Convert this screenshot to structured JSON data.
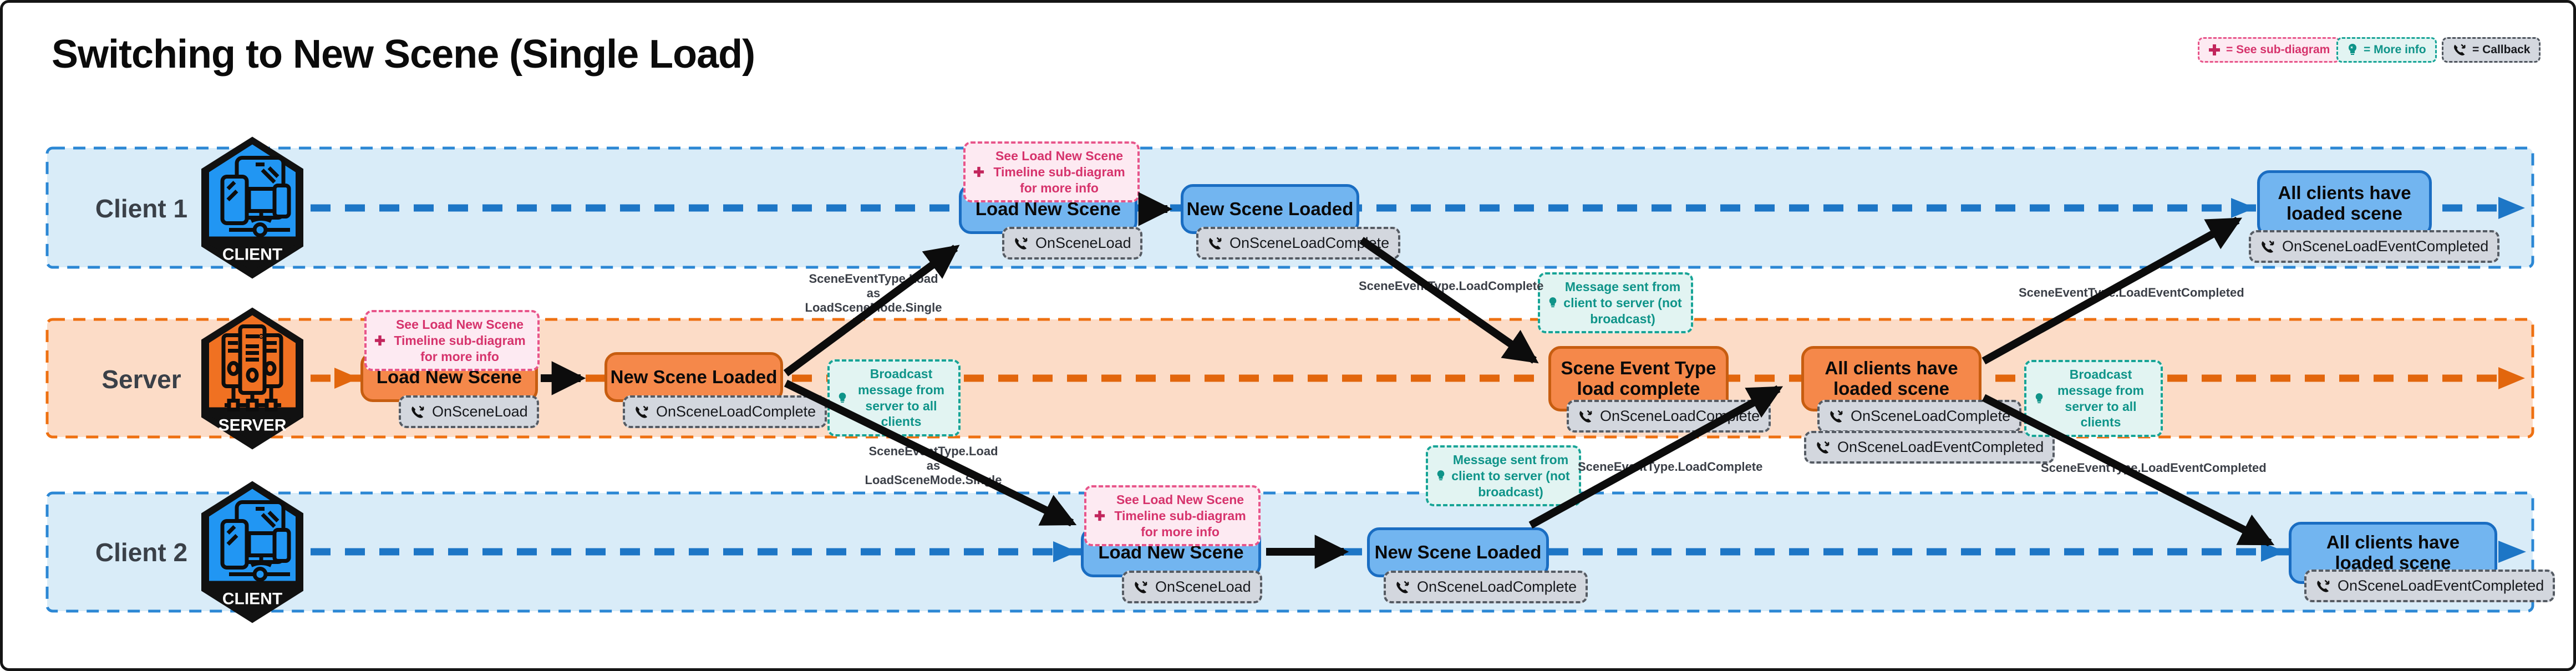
{
  "title": "Switching to New Scene (Single Load)",
  "legend": {
    "sub_diagram": "= See sub-diagram",
    "more_info": "= More info",
    "callback": "= Callback"
  },
  "lanes": {
    "client1": {
      "label": "Client 1",
      "badge": "CLIENT"
    },
    "server": {
      "label": "Server",
      "badge": "SERVER"
    },
    "client2": {
      "label": "Client 2",
      "badge": "CLIENT"
    }
  },
  "nodes": {
    "c1_load": {
      "label": "Load New Scene",
      "callback": "OnSceneLoad"
    },
    "c1_loaded": {
      "label": "New Scene Loaded",
      "callback": "OnSceneLoadComplete"
    },
    "c1_all": {
      "label": "All clients have loaded scene",
      "callback": "OnSceneLoadEventCompleted"
    },
    "s_load": {
      "label": "Load New Scene",
      "callback": "OnSceneLoad"
    },
    "s_loaded": {
      "label": "New Scene Loaded",
      "callback": "OnSceneLoadComplete"
    },
    "s_complete": {
      "label": "Scene Event Type load complete",
      "callback": "OnSceneLoadComplete"
    },
    "s_all": {
      "label": "All clients have loaded scene",
      "callback": "OnSceneLoadComplete",
      "callback2": "OnSceneLoadEventCompleted"
    },
    "c2_load": {
      "label": "Load New Scene",
      "callback": "OnSceneLoad"
    },
    "c2_loaded": {
      "label": "New Scene Loaded",
      "callback": "OnSceneLoadComplete"
    },
    "c2_all": {
      "label": "All clients have loaded scene",
      "callback": "OnSceneLoadEventCompleted"
    }
  },
  "notes": {
    "c1_subdiagram": "See Load New Scene Timeline sub-diagram for more info",
    "s_subdiagram": "See Load New Scene Timeline sub-diagram for more info",
    "c2_subdiagram": "See Load New Scene Timeline sub-diagram for more info",
    "s_broadcast_left": "Broadcast message from server to all clients",
    "s_broadcast_right": "Broadcast message from server to all clients",
    "c1_message": "Message sent from client to server (not broadcast)",
    "c2_message": "Message sent from client to server (not broadcast)"
  },
  "arrow_labels": {
    "c1_load_event": "SceneEventType.Load\nas\nLoadSceneMode.Single",
    "c1_complete": "SceneEventType.LoadComplete",
    "c1_event_completed": "SceneEventType.LoadEventCompleted",
    "c2_load_event": "SceneEventType.Load\nas\nLoadSceneMode.Single",
    "c2_complete": "SceneEventType.LoadComplete",
    "c2_event_completed": "SceneEventType.LoadEventCompleted"
  },
  "colors": {
    "client_accent": "#2b87d4",
    "client_fill": "#72b5f0",
    "client_lane_bg": "#d9ecf8",
    "server_accent": "#ee7011",
    "server_fill": "#f5884a",
    "server_lane_bg": "#fcdcc7",
    "callback_bg": "#d3d7de",
    "pink": "#d6336c",
    "teal": "#0f9489",
    "arrow": "#0c0c0c"
  }
}
